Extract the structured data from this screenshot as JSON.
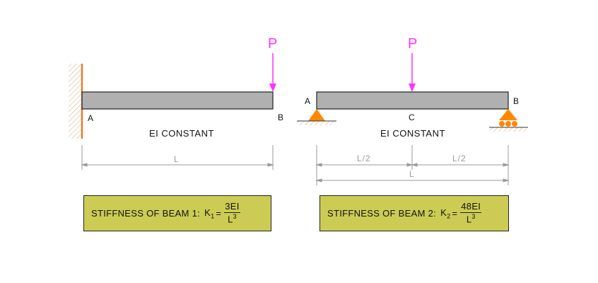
{
  "beam1": {
    "load": "P",
    "end_a": "A",
    "end_b": "B",
    "ei_note": "EI CONSTANT",
    "span": "L",
    "stiffness": {
      "prefix": "STIFFNESS OF BEAM 1:",
      "symbol": "K",
      "subscript": "1",
      "equals": "=",
      "numerator": "3EI",
      "denominator_base": "L",
      "denominator_exp": "3"
    }
  },
  "beam2": {
    "load": "P",
    "end_a": "A",
    "end_b": "B",
    "mid": "C",
    "ei_note": "EI CONSTANT",
    "half_span_left": "L/2",
    "half_span_right": "L/2",
    "span": "L",
    "stiffness": {
      "prefix": "STIFFNESS OF BEAM 2:",
      "symbol": "K",
      "subscript": "2",
      "equals": "=",
      "numerator": "48EI",
      "denominator_base": "L",
      "denominator_exp": "3"
    }
  },
  "colors": {
    "beam_fill": "#b0b0b0",
    "load_arrow": "#ff33ff",
    "support": "#ff8800",
    "dimension": "#9a9a9a",
    "formula_box": "#cccc55"
  }
}
